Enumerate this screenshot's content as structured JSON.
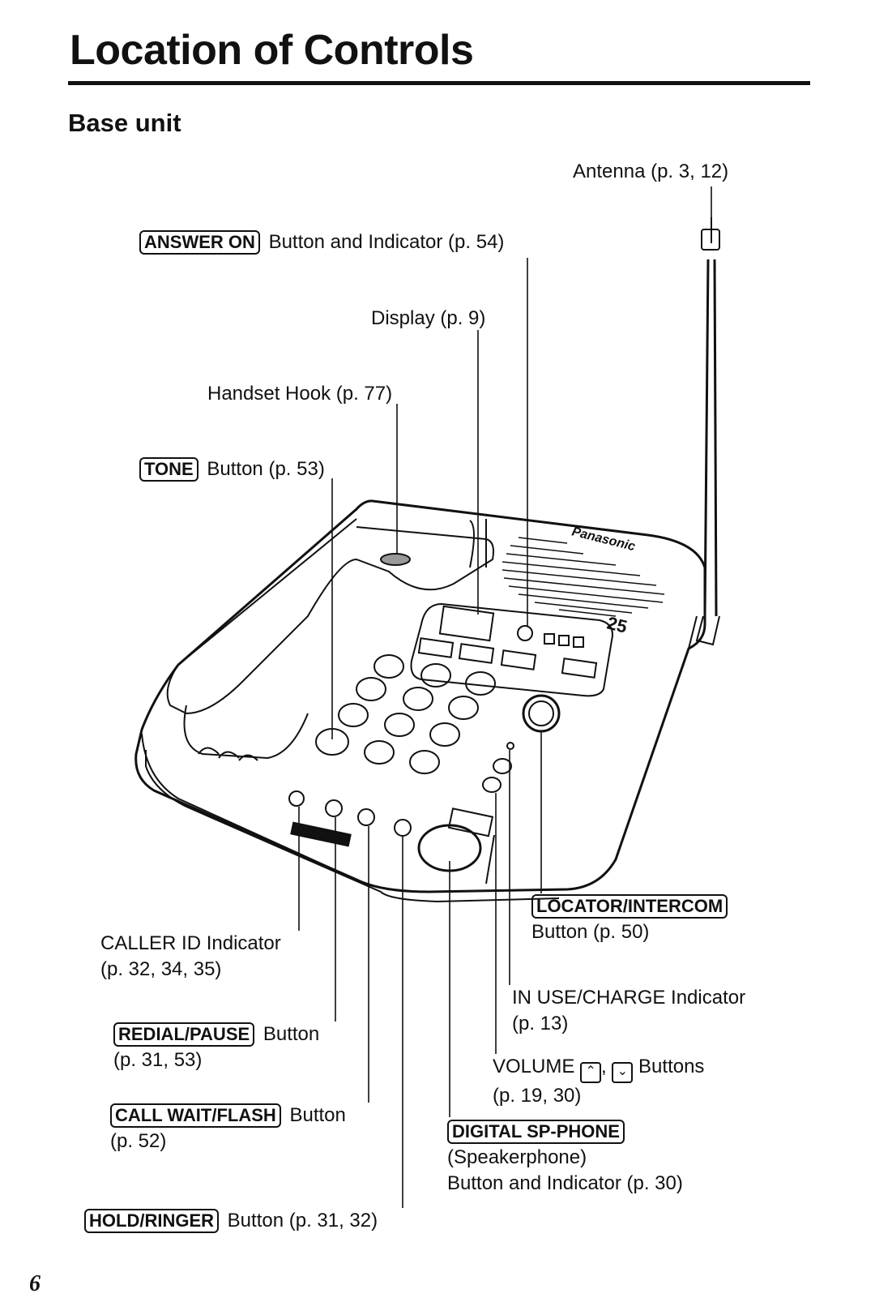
{
  "page": {
    "title": "Location of Controls",
    "subtitle": "Base unit",
    "page_number": "6"
  },
  "device": {
    "brand_text": "Panasonic",
    "badge_text": "25"
  },
  "labels": {
    "antenna": "Antenna (p. 3, 12)",
    "answer_on": {
      "key": "ANSWER ON",
      "text": "Button and Indicator (p. 54)"
    },
    "display": "Display (p. 9)",
    "handset_hook": "Handset Hook (p. 77)",
    "tone": {
      "key": "TONE",
      "text": "Button (p. 53)"
    },
    "locator_intercom": {
      "key": "LOCATOR/INTERCOM",
      "text": "Button (p. 50)"
    },
    "caller_id": {
      "line1": "CALLER ID Indicator",
      "line2": "(p. 32, 34, 35)"
    },
    "in_use_charge": {
      "line1": "IN USE/CHARGE Indicator",
      "line2": "(p. 13)"
    },
    "redial_pause": {
      "key": "REDIAL/PAUSE",
      "text": "Button",
      "line2": "(p. 31, 53)"
    },
    "volume": {
      "prefix": "VOLUME",
      "sep": ",",
      "text": "Buttons",
      "line2": "(p. 19, 30)"
    },
    "call_wait_flash": {
      "key": "CALL WAIT/FLASH",
      "text": "Button",
      "line2": "(p. 52)"
    },
    "digital_sp_phone": {
      "key": "DIGITAL SP-PHONE",
      "line2": "(Speakerphone)",
      "line3": "Button and Indicator (p. 30)"
    },
    "hold_ringer": {
      "key": "HOLD/RINGER",
      "text": "Button (p. 31, 32)"
    }
  },
  "icons": {
    "volume_up": "chevron-up-icon",
    "volume_down": "chevron-down-icon"
  }
}
